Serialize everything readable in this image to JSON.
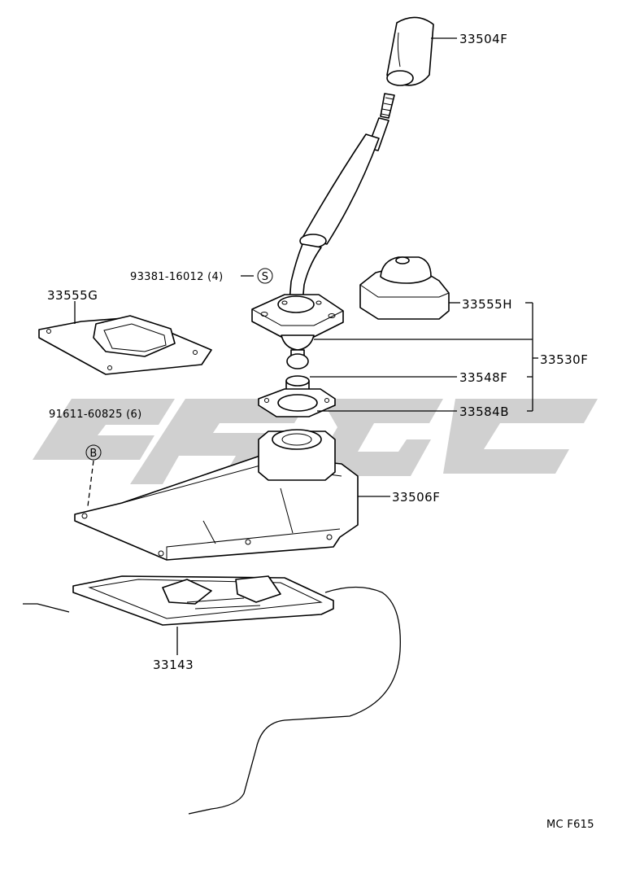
{
  "watermark_color": "#c8c8c8",
  "ink_color": "#000000",
  "labels": {
    "knob": "33504F",
    "bolt": "93381-16012 (4)",
    "bolt_mark": "S",
    "boot_plate": "33555G",
    "boot": "33555H",
    "lever_assy": "33530F",
    "seat": "33548F",
    "gasket": "33584B",
    "screw": "91611-60825 (6)",
    "screw_mark": "B",
    "retainer": "33506F",
    "cover": "33143",
    "figure_code": "MC F615"
  }
}
